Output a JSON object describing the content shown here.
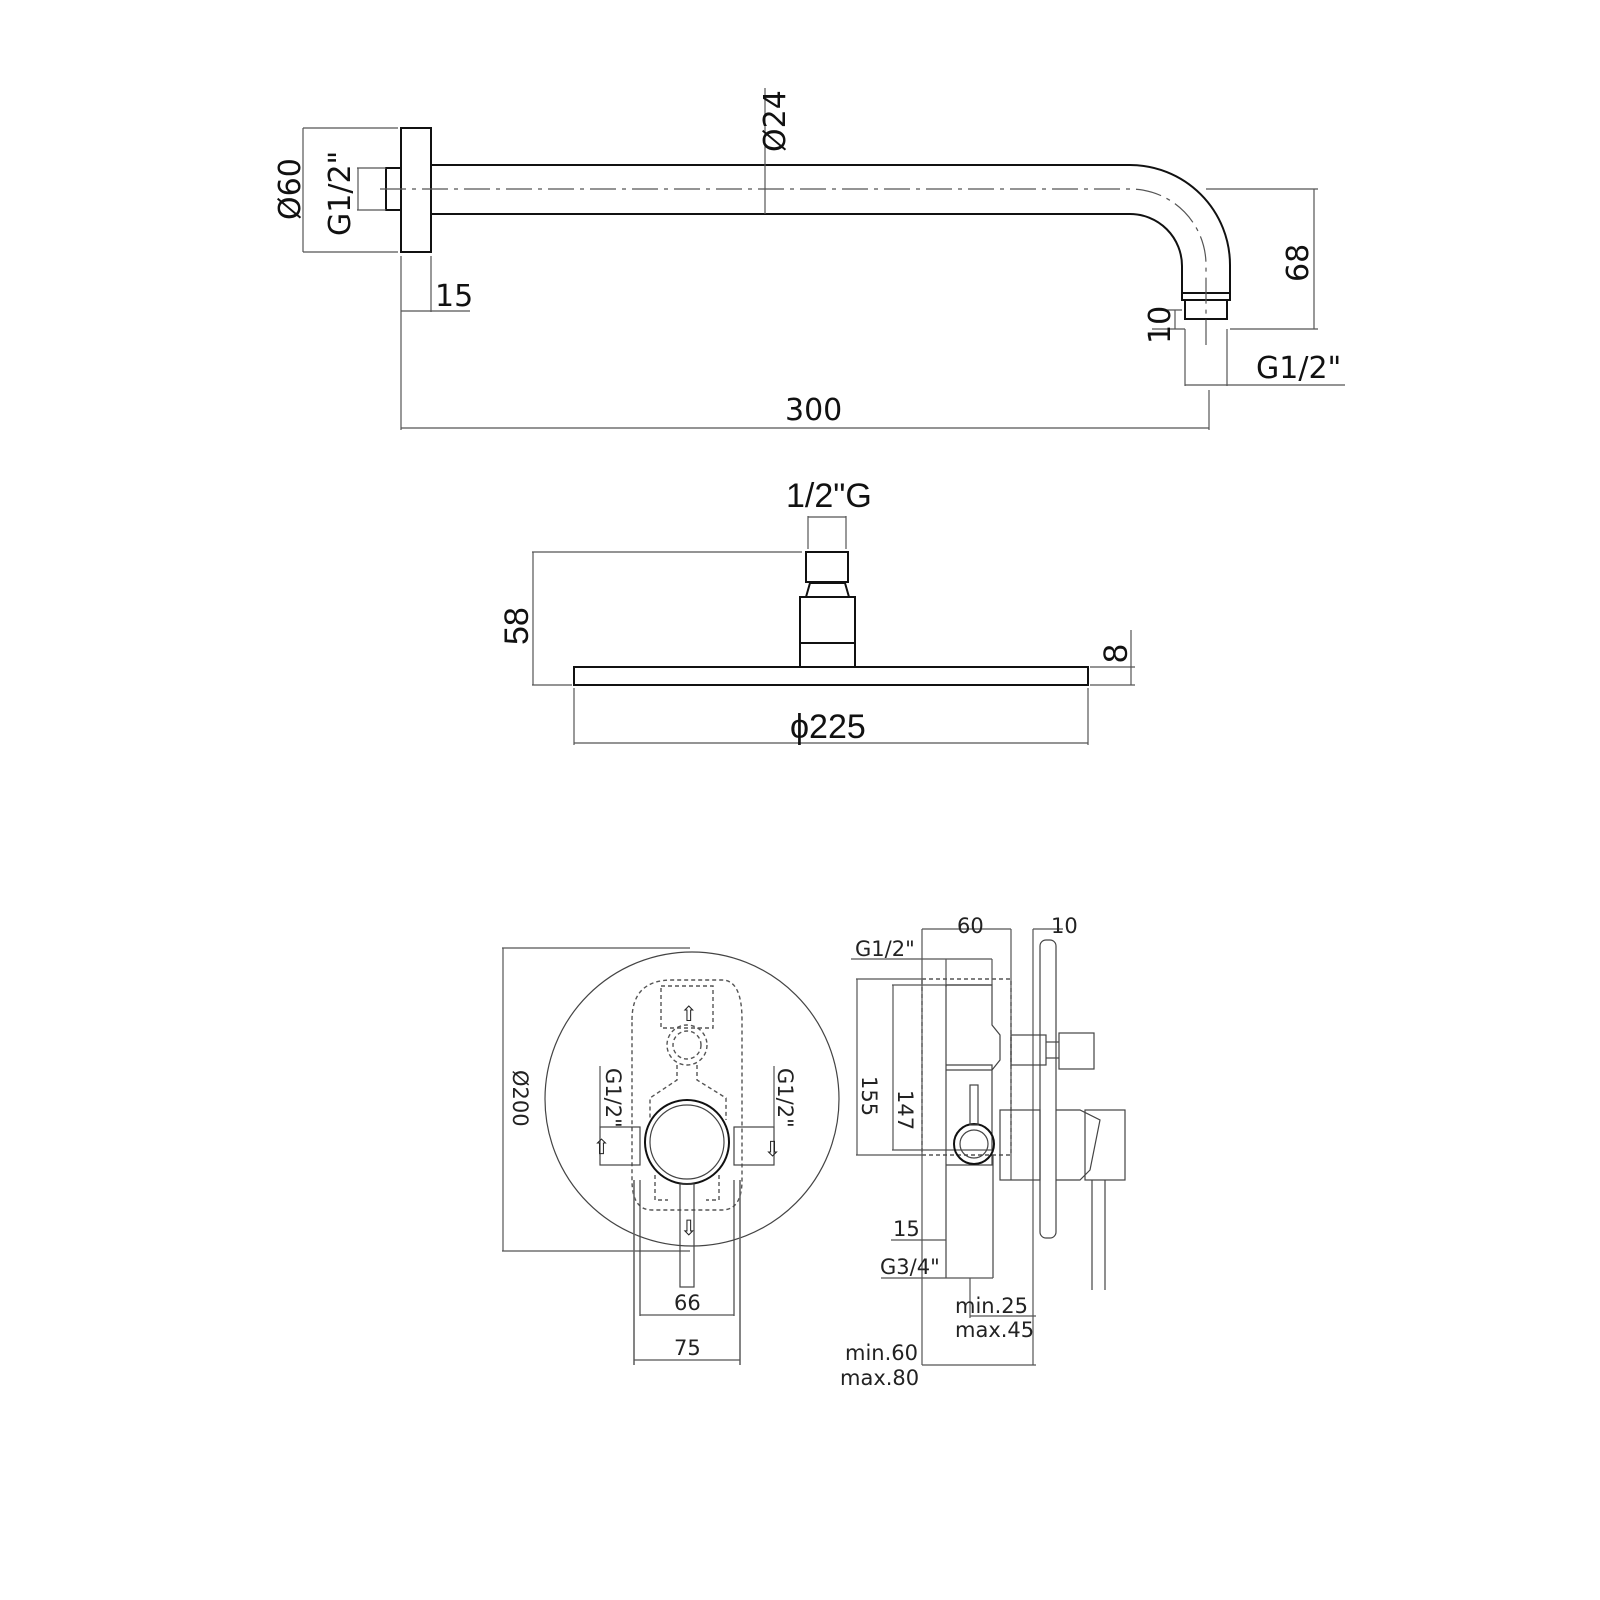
{
  "shower_arm": {
    "flange_diameter": "Ø60",
    "inlet_thread": "G1/2\"",
    "tube_diameter": "Ø24",
    "flange_depth": "15",
    "overall_length": "300",
    "drop_height": "68",
    "outlet_thread_length": "10",
    "outlet_thread": "G1/2\""
  },
  "shower_head": {
    "connection_thread": "1/2\"G",
    "height": "58",
    "plate_thickness": "8",
    "diameter": "ϕ225"
  },
  "mixer_front": {
    "plate_diameter": "Ø200",
    "left_port_thread": "G1/2\"",
    "right_port_thread": "G1/2\"",
    "inner_width": "66",
    "outer_width": "75"
  },
  "mixer_side": {
    "body_depth": "60",
    "plate_thickness": "10",
    "top_thread": "G1/2\"",
    "body_height": "155",
    "inner_height": "147",
    "bottom_offset": "15",
    "bottom_thread": "G3/4\"",
    "wall_depth_min": "min.25",
    "wall_depth_max": "max.45",
    "install_depth_min": "min.60",
    "install_depth_max": "max.80"
  }
}
